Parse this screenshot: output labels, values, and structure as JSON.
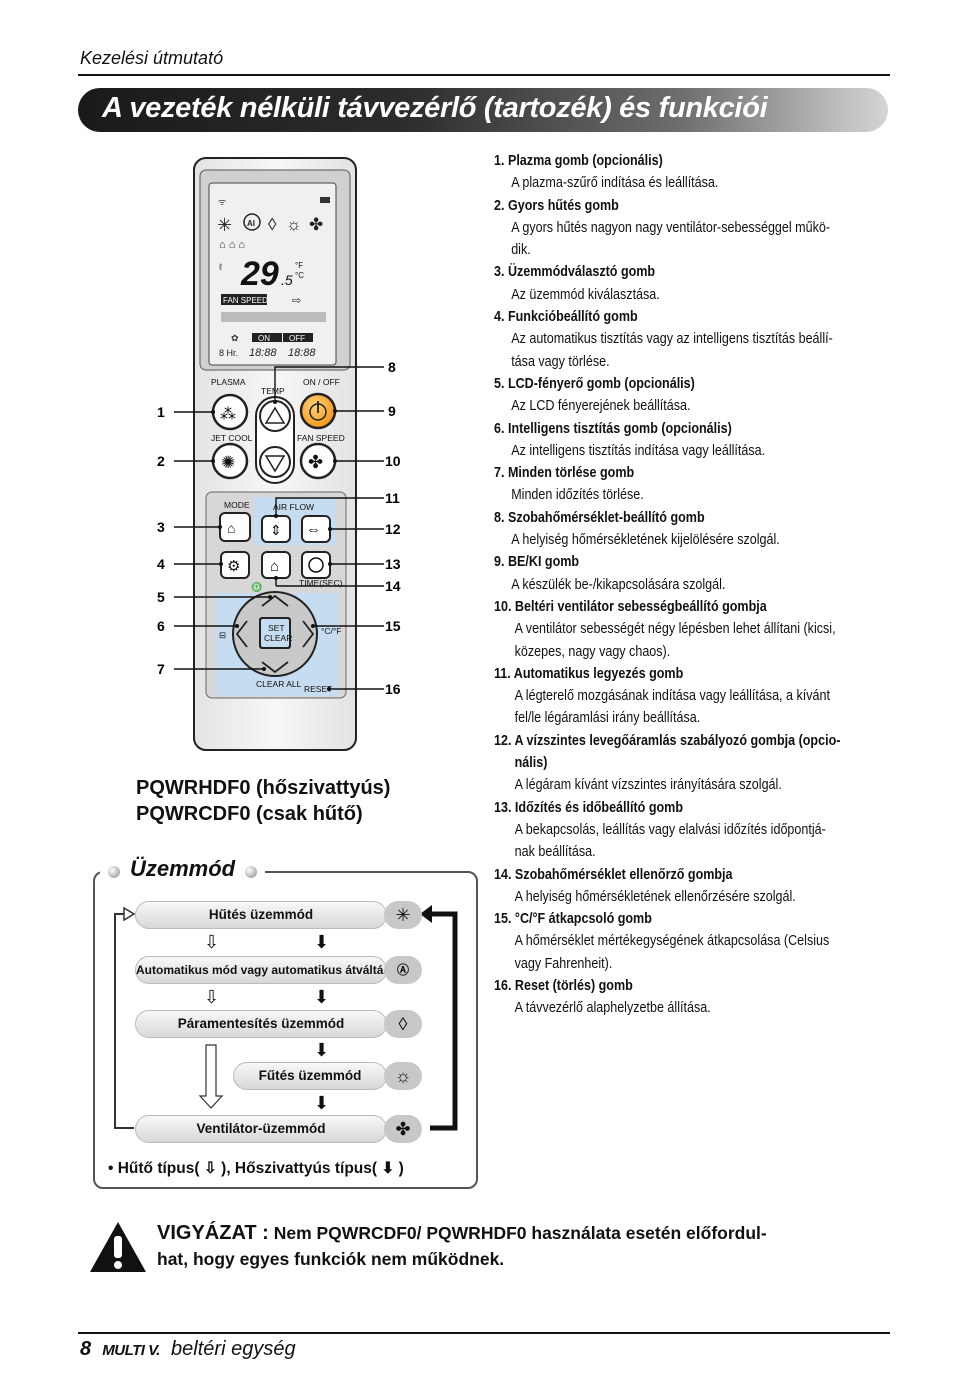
{
  "header": {
    "section": "Kezelési útmutató"
  },
  "banner": {
    "title": "A vezeték nélküli távvezérlő (tartozék) és funkciói"
  },
  "remote": {
    "display_temp": "29",
    "display_decimal": ".5",
    "unit_f": "°F",
    "unit_c": "°C",
    "fan_speed_label": "FAN SPEED",
    "on_label": "ON",
    "off_label": "OFF",
    "timer_text": "8 Hr.",
    "timer_digits_1": "18:88",
    "timer_digits_2": "18:88",
    "labels": {
      "plasma": "PLASMA",
      "temp": "TEMP",
      "on_off": "ON / OFF",
      "jet_cool": "JET COOL",
      "fan_speed": "FAN SPEED",
      "mode": "MODE",
      "air_flow": "AIR FLOW",
      "timer_sec": "TIME(SEC)",
      "set": "SET",
      "clear": "CLEAR",
      "clear_all": "CLEAR ALL",
      "reset": "RESET",
      "cf": "°C/°F"
    },
    "callouts": [
      "1",
      "2",
      "3",
      "4",
      "5",
      "6",
      "7",
      "8",
      "9",
      "10",
      "11",
      "12",
      "13",
      "14",
      "15",
      "16"
    ]
  },
  "models": {
    "line1": "PQWRHDF0 (hőszivattyús)",
    "line2": "PQWRCDF0 (csak hűtő)"
  },
  "functions": [
    {
      "title": "1.  Plazma gomb (opcionális)",
      "desc": [
        "A plazma-szűrő indítása és leállítása."
      ]
    },
    {
      "title": "2.  Gyors hűtés gomb",
      "desc": [
        "A gyors hűtés nagyon nagy ventilátor-sebességgel műkö-",
        "dik."
      ]
    },
    {
      "title": "3.  Üzemmódválasztó gomb",
      "desc": [
        "Az üzemmód kiválasztása."
      ]
    },
    {
      "title": "4.  Funkcióbeállító gomb",
      "desc": [
        "Az automatikus tisztítás vagy az intelligens tisztítás beállí-",
        "tása vagy törlése."
      ]
    },
    {
      "title": "5.  LCD-fényerő gomb (opcionális)",
      "desc": [
        "Az LCD fényerejének beállítása."
      ]
    },
    {
      "title": "6.  Intelligens tisztítás gomb (opcionális)",
      "desc": [
        "Az intelligens tisztítás indítása vagy leállítása."
      ]
    },
    {
      "title": "7.  Minden törlése gomb",
      "desc": [
        "Minden időzítés törlése."
      ]
    },
    {
      "title": "8.  Szobahőmérséklet-beállító gomb",
      "desc": [
        "A helyiség hőmérsékletének kijelölésére szolgál."
      ]
    },
    {
      "title": "9.  BE/KI gomb",
      "desc": [
        "A készülék be-/kikapcsolására szolgál."
      ]
    },
    {
      "title": "10. Beltéri ventilátor sebességbeállító gombja",
      "desc": [
        "A ventilátor sebességét négy lépésben lehet állítani (kicsi,",
        "közepes, nagy vagy chaos)."
      ]
    },
    {
      "title": "11. Automatikus legyezés gomb",
      "desc": [
        "A légterelő mozgásának indítása vagy leállítása, a kívánt",
        "fel/le légáramlási irány beállítása."
      ]
    },
    {
      "title": "12. A vízszintes levegőáramlás szabályozó gombja (opcio-",
      "title2": "nális)",
      "desc": [
        "A légáram kívánt vízszintes irányítására szolgál."
      ]
    },
    {
      "title": "13. Időzítés és időbeállító gomb",
      "desc": [
        "A bekapcsolás, leállítás vagy elalvási időzítés időpontjá-",
        "nak beállítása."
      ]
    },
    {
      "title": "14. Szobahőmérséklet ellenőrző gombja",
      "desc": [
        "A helyiség hőmérsékletének ellenőrzésére szolgál."
      ]
    },
    {
      "title": "15. °C/°F átkapcsoló gomb",
      "desc": [
        "A hőmérséklet mértékegységének átkapcsolása (Celsius",
        "vagy Fahrenheit)."
      ]
    },
    {
      "title": "16. Reset (törlés) gomb",
      "desc": [
        "A távvezérlő alaphelyzetbe állítása."
      ]
    }
  ],
  "mode_section": {
    "title": "Üzemmód",
    "modes": [
      {
        "label": "Hűtés üzemmód",
        "icon": "snowflake-icon"
      },
      {
        "label": "Automatikus mód vagy automatikus átváltás",
        "icon": "auto-icon"
      },
      {
        "label": "Páramentesítés üzemmód",
        "icon": "droplet-icon"
      },
      {
        "label": "Fűtés üzemmód",
        "icon": "sun-icon"
      },
      {
        "label": "Ventilátor-üzemmód",
        "icon": "fan-icon"
      }
    ],
    "note_part1": "• Hűtő típus(",
    "note_part2": "), Hőszivattyús típus(",
    "note_part3": ")"
  },
  "warning": {
    "label": "VIGYÁZAT :",
    "text": " Nem PQWRCDF0/ PQWRHDF0 használata esetén előfordul-",
    "text2": "hat, hogy egyes funkciók nem működnek."
  },
  "footer": {
    "page": "8",
    "brand": "MULTI V.",
    "rest": "beltéri egység"
  }
}
